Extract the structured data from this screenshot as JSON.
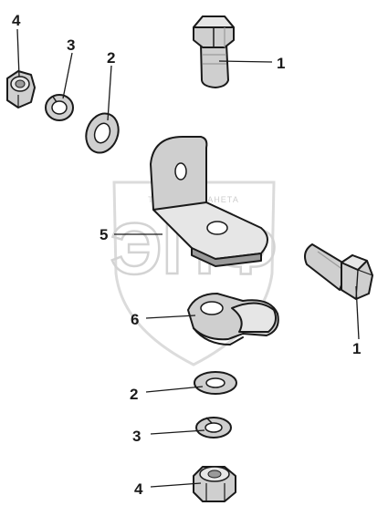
{
  "watermark": {
    "main_text": "ЭПФ",
    "tagline": "ТРАКТОР ПЛАНЕТА"
  },
  "callouts": [
    {
      "id": "bolt-top",
      "label": "1"
    },
    {
      "id": "bolt-right",
      "label": "1"
    },
    {
      "id": "washer-top",
      "label": "2"
    },
    {
      "id": "washer-bottom",
      "label": "2"
    },
    {
      "id": "lockwasher-top",
      "label": "3"
    },
    {
      "id": "lockwasher-bottom",
      "label": "3"
    },
    {
      "id": "nut-top",
      "label": "4"
    },
    {
      "id": "nut-bottom",
      "label": "4"
    },
    {
      "id": "bracket",
      "label": "5"
    },
    {
      "id": "clamp",
      "label": "6"
    }
  ],
  "colors": {
    "part_fill": "#cfcfcf",
    "part_shade": "#9a9a9a",
    "part_light": "#e6e6e6",
    "outline": "#1a1a1a",
    "watermark": "#d0d0d0"
  }
}
